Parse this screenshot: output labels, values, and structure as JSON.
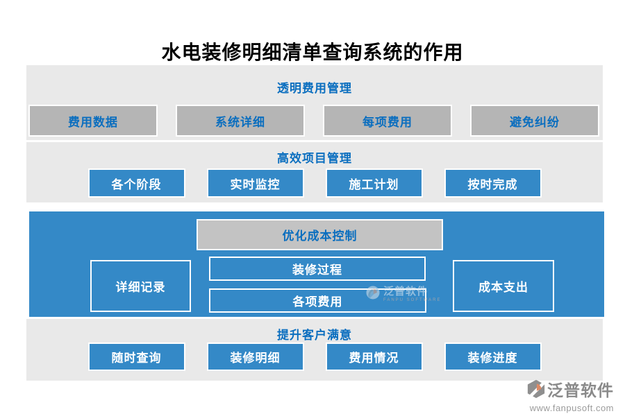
{
  "page": {
    "title": "水电装修明细清单查询系统的作用"
  },
  "colors": {
    "accent_blue": "#3489c7",
    "text_blue": "#0a6ebf",
    "band_gray": "#e9e9e9",
    "chip_silver": "#b5b5b5",
    "logo_gray": "#8a8a8a",
    "logo_salmon": "#dd8a66"
  },
  "sections": [
    {
      "header": "透明费用管理",
      "items": [
        "费用数据",
        "系统详细",
        "每项费用",
        "避免纠纷"
      ]
    },
    {
      "header": "高效项目管理",
      "items": [
        "各个阶段",
        "实时监控",
        "施工计划",
        "按时完成"
      ]
    },
    {
      "header": "优化成本控制",
      "left": "详细记录",
      "middle": [
        "装修过程",
        "各项费用"
      ],
      "right": "成本支出"
    },
    {
      "header": "提升客户满意",
      "items": [
        "随时查询",
        "装修明细",
        "费用情况",
        "装修进度"
      ]
    }
  ],
  "watermark": {
    "name": "泛普软件",
    "subtext": "FANPU SOFTWARE"
  },
  "footer": {
    "brand": "泛普软件",
    "url": "www.fanpusoft.com"
  }
}
